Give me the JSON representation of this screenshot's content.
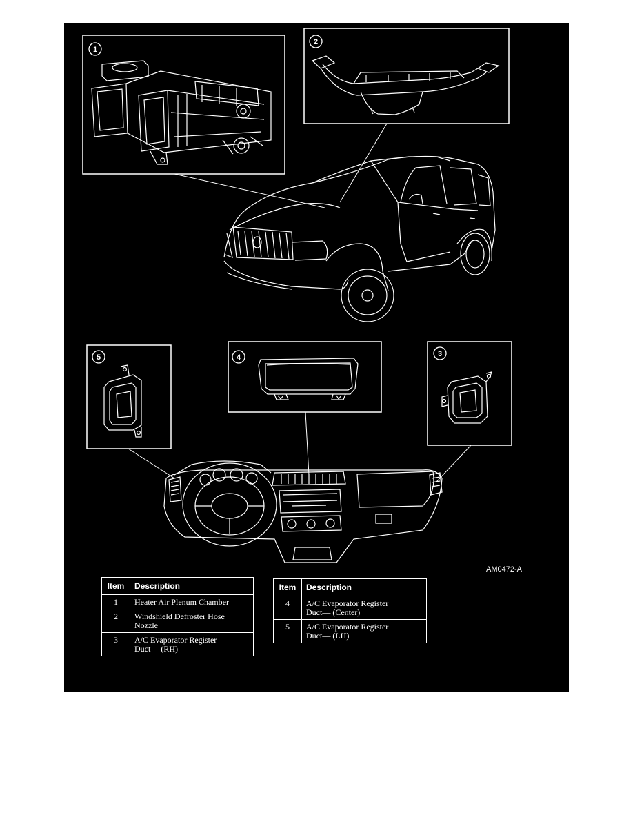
{
  "figure_ref": "AM0472-A",
  "callouts": [
    {
      "number": "1"
    },
    {
      "number": "2"
    },
    {
      "number": "3"
    },
    {
      "number": "4"
    },
    {
      "number": "5"
    }
  ],
  "legend_tables": [
    {
      "header_item": "Item",
      "header_description": "Description",
      "rows": [
        {
          "item": "1",
          "line1": "Heater Air Plenum Chamber",
          "line2": ""
        },
        {
          "item": "2",
          "line1": "Windshield Defroster Hose",
          "line2": "Nozzle"
        },
        {
          "item": "3",
          "line1": "A/C Evaporator Register",
          "line2": "Duct— (RH)"
        }
      ]
    },
    {
      "header_item": "Item",
      "header_description": "Description",
      "rows": [
        {
          "item": "4",
          "line1": "A/C Evaporator Register",
          "line2": "Duct— (Center)"
        },
        {
          "item": "5",
          "line1": "A/C Evaporator Register",
          "line2": "Duct— (LH)"
        }
      ]
    }
  ],
  "colors": {
    "panel_background": "#000000",
    "line_art": "#ffffff"
  }
}
